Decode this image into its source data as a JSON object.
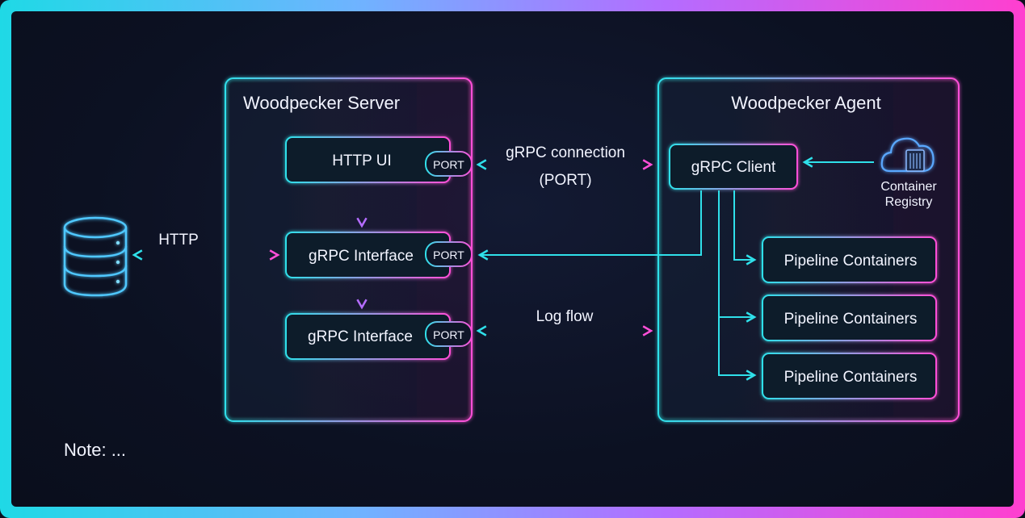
{
  "server": {
    "title": "Woodpecker Server",
    "http_ui": "HTTP UI",
    "grpc_interface_1": "gRPC Interface",
    "grpc_interface_2": "gRPC Interface",
    "port_label": "PORT"
  },
  "agent": {
    "title": "Woodpecker Agent",
    "grpc_client": "gRPC Client",
    "pipeline_containers": [
      "Pipeline Containers",
      "Pipeline Containers",
      "Pipeline Containers"
    ]
  },
  "registry": {
    "line1": "Container",
    "line2": "Registry"
  },
  "edges": {
    "http": "HTTP",
    "grpc_connection": "gRPC connection",
    "grpc_connection_port": "(PORT)",
    "log_flow": "Log flow"
  },
  "note": "Note: ...",
  "colors": {
    "cyan": "#2fe0ea",
    "magenta": "#ff4fd8",
    "purple": "#a86cff",
    "text": "#f2f4ff"
  }
}
